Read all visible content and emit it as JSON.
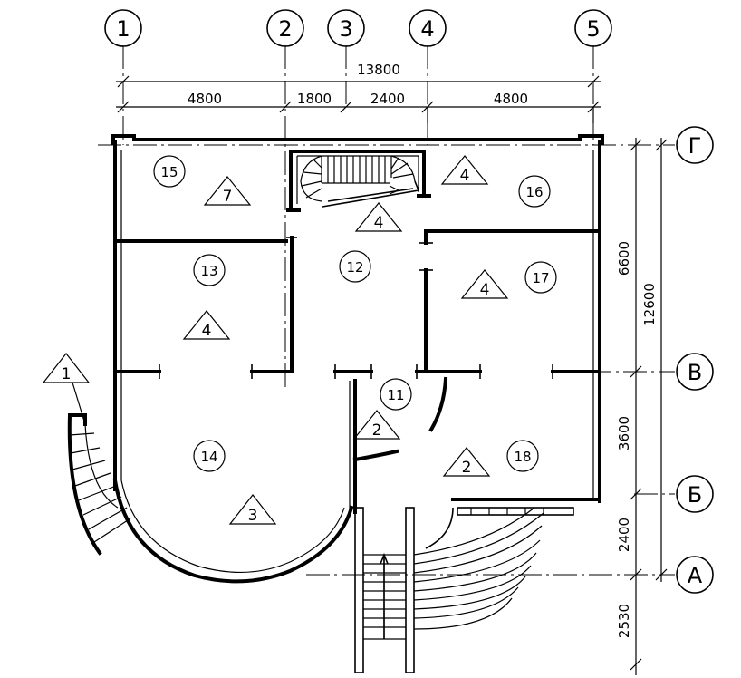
{
  "axes_top": [
    {
      "id": "ax1",
      "label": "1"
    },
    {
      "id": "ax2",
      "label": "2"
    },
    {
      "id": "ax3",
      "label": "3"
    },
    {
      "id": "ax4",
      "label": "4"
    },
    {
      "id": "ax5",
      "label": "5"
    }
  ],
  "axes_right": [
    {
      "id": "axG",
      "label": "Г"
    },
    {
      "id": "axV",
      "label": "В"
    },
    {
      "id": "axB",
      "label": "Б"
    },
    {
      "id": "axA",
      "label": "А"
    }
  ],
  "dimensions_top": {
    "total": "13800",
    "d1": "4800",
    "d2": "1800",
    "d3": "2400",
    "d4": "4800"
  },
  "dimensions_right": {
    "d1": "6600",
    "d2": "3600",
    "d3": "2400",
    "d4": "2530",
    "total": "12600"
  },
  "rooms": {
    "r11": "11",
    "r12": "12",
    "r13": "13",
    "r14": "14",
    "r15": "15",
    "r16": "16",
    "r17": "17",
    "r18": "18"
  },
  "marks": {
    "m1": "1",
    "m2a": "2",
    "m2b": "2",
    "m3": "3",
    "m4a": "4",
    "m4b": "4",
    "m4c": "4",
    "m4d": "4",
    "m7": "7"
  }
}
